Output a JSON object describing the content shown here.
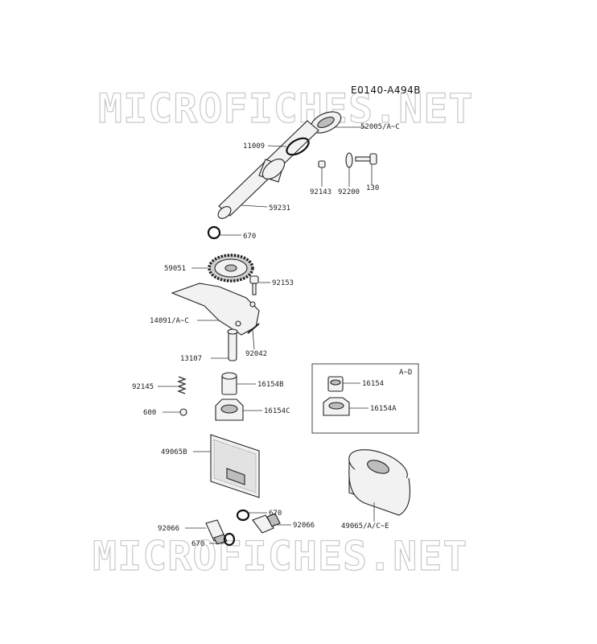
{
  "diagram_code": "E0140-A494B",
  "watermark": "MICROFICHES.NET",
  "inset_label": "A~D",
  "parts": {
    "p52005": "52005/A~C",
    "p11009": "11009",
    "p92143": "92143",
    "p92200": "92200",
    "p130": "130",
    "p59231": "59231",
    "p670_top": "670",
    "p59051": "59051",
    "p92153": "92153",
    "p14091": "14091/A~C",
    "p13107": "13107",
    "p92042": "92042",
    "p92145": "92145",
    "p16154B": "16154B",
    "p600": "600",
    "p16154C": "16154C",
    "p16154": "16154",
    "p16154A": "16154A",
    "p49065B": "49065B",
    "p670_mid": "670",
    "p92066_l": "92066",
    "p92066_r": "92066",
    "p670_low": "670",
    "p49065": "49065/A/C~E"
  }
}
